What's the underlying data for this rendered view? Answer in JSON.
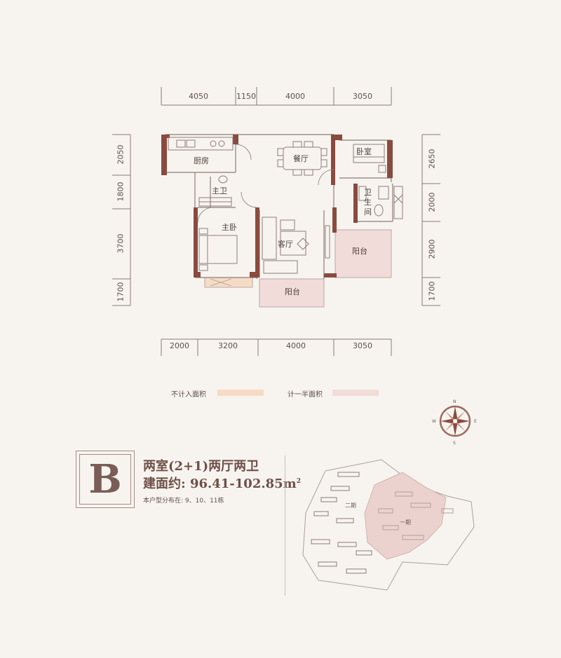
{
  "dimensions": {
    "top": [
      "4050",
      "1150",
      "4000",
      "3050"
    ],
    "bottom": [
      "2000",
      "3200",
      "4000",
      "3050"
    ],
    "left": [
      "2050",
      "1800",
      "3700",
      "1700"
    ],
    "right": [
      "2650",
      "2000",
      "2900",
      "1700"
    ]
  },
  "rooms": {
    "kitchen": "厨房",
    "dining": "餐厅",
    "bedroom": "卧室",
    "master_bath": "主卫",
    "bath_line1": "卫",
    "bath_line2": "生",
    "bath_line3": "间",
    "master_bedroom": "主卧",
    "living": "客厅",
    "balcony_right": "阳台",
    "balcony_bottom": "阳台"
  },
  "legend": {
    "not_counted": "不计入面积",
    "half_counted": "计一半面积",
    "not_counted_color": "#f6dcc4",
    "half_counted_color": "#f1dcda"
  },
  "compass": {
    "n": "N",
    "s": "S",
    "e": "E",
    "w": "W"
  },
  "unit": {
    "letter": "B",
    "layout": "两室(2+1)两厅两卫",
    "area_label": "建面约:",
    "area_value": "96.41-102.85",
    "area_unit": "m",
    "area_sup": "2",
    "distribution": "本户型分布在: 9、10、11栋"
  },
  "site_plan": {
    "phase2": "二期",
    "phase1": "一期",
    "phase1_color": "#ecd2cf"
  },
  "colors": {
    "wall": "#8a4b3f",
    "background": "#f7f4ef",
    "text": "#5e4f4b"
  }
}
